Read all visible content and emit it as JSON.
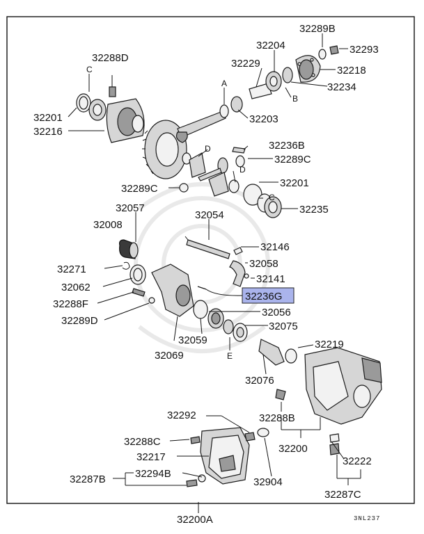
{
  "diagram_code": "3NL237",
  "highlight_color": "#aab4ec",
  "callouts": {
    "p32289B": "32289B",
    "p32204": "32204",
    "p32293": "32293",
    "p32288D": "32288D",
    "p32229": "32229",
    "p32218": "32218",
    "p32234": "32234",
    "p32201_top": "32201",
    "p32216": "32216",
    "p32203": "32203",
    "p32236B": "32236B",
    "p32289C_top": "32289C",
    "p32289C_mid": "32289C",
    "p32201_mid": "32201",
    "p32235": "32235",
    "p32057": "32057",
    "p32054": "32054",
    "p32008": "32008",
    "p32146": "32146",
    "p32058": "32058",
    "p32271": "32271",
    "p32141": "32141",
    "p32062": "32062",
    "p32236G": "32236G",
    "p32288F": "32288F",
    "p32056": "32056",
    "p32289D": "32289D",
    "p32059": "32059",
    "p32075": "32075",
    "p32219": "32219",
    "p32069": "32069",
    "p32076": "32076",
    "p32288B": "32288B",
    "p32292": "32292",
    "p32288C": "32288C",
    "p32200": "32200",
    "p32217": "32217",
    "p32222": "32222",
    "p32287B": "32287B",
    "p32294B": "32294B",
    "p32904": "32904",
    "p32287C": "32287C",
    "p32200A": "32200A"
  },
  "letters": {
    "c_top": "C",
    "a": "A",
    "b": "B",
    "d_top": "D",
    "d_mid": "D",
    "c_mid": "C",
    "e": "E"
  }
}
